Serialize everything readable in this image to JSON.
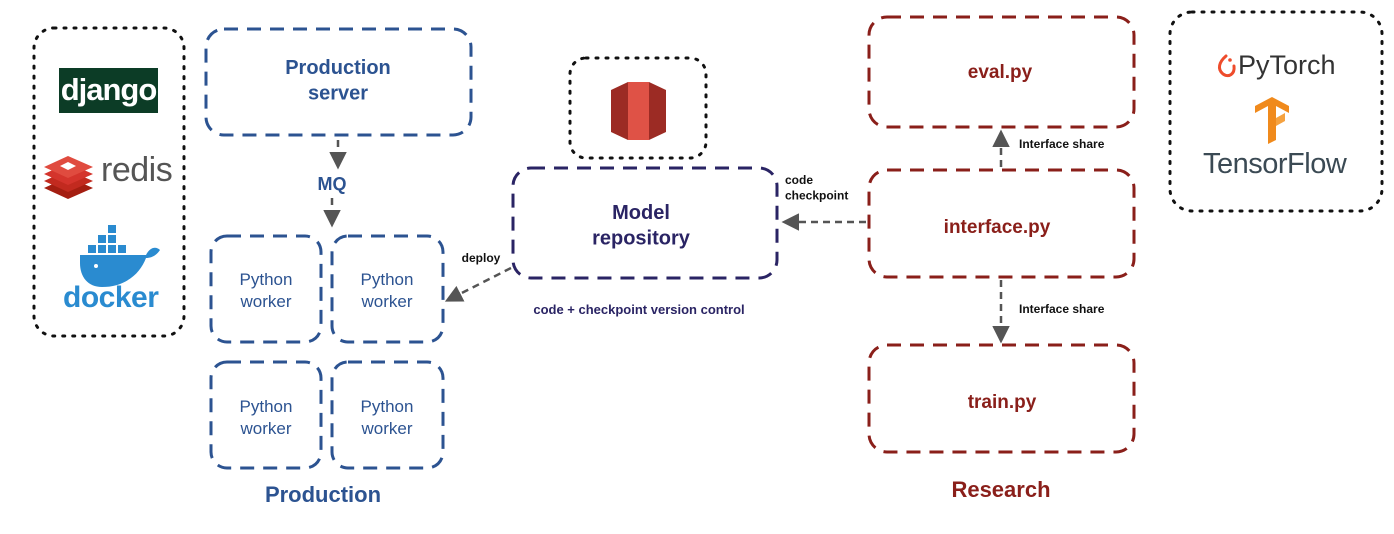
{
  "tech_logos": {
    "django": "django",
    "redis": "redis",
    "docker": "docker",
    "pytorch": "PyTorch",
    "tensorflow": "TensorFlow"
  },
  "production": {
    "server_label": "Production\nserver",
    "mq_label": "MQ",
    "worker_label": "Python\nworker",
    "group_label": "Production",
    "deploy_label": "deploy"
  },
  "model_repo": {
    "label": "Model\nrepository",
    "caption": "code + checkpoint version control",
    "code_checkpoint_label": "code\ncheckpoint"
  },
  "research": {
    "eval_label": "eval.py",
    "interface_label": "interface.py",
    "train_label": "train.py",
    "share_top_label": "Interface share",
    "share_bottom_label": "Interface share",
    "group_label": "Research"
  },
  "colors": {
    "production": "#2c5391",
    "model_repo": "#2a2464",
    "research": "#8a1f1a",
    "arrow": "#555555",
    "aws_red": "#d9453a",
    "aws_dark": "#9c2b24",
    "redis_red": "#d4342c",
    "docker_blue": "#2a8bd0",
    "pytorch_orange": "#ee4c2c",
    "tf_orange": "#f08a1c"
  }
}
